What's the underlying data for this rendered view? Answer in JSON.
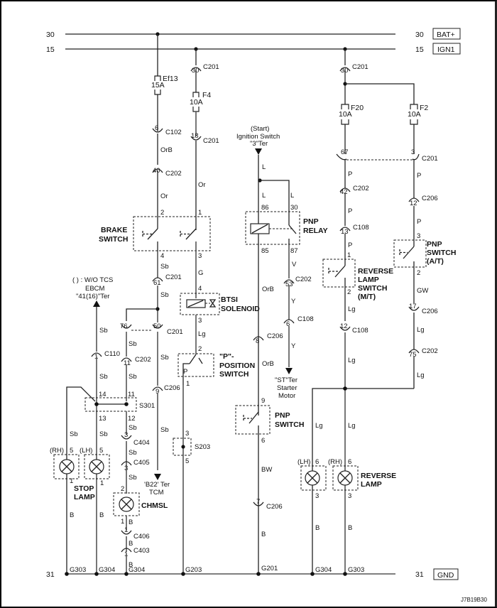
{
  "diagram": {
    "title_code": "J7B19B30",
    "rails": {
      "bat": {
        "num_left": "30",
        "num_right": "30",
        "label": "BAT+"
      },
      "ign": {
        "num_left": "15",
        "num_right": "15",
        "label": "IGN1"
      },
      "gnd": {
        "num_left": "31",
        "num_right": "31",
        "label": "GND"
      }
    },
    "fuses": {
      "ef13": {
        "name": "Ef13",
        "rating": "15A"
      },
      "f4": {
        "name": "F4",
        "rating": "10A"
      },
      "f20": {
        "name": "F20",
        "rating": "10A"
      },
      "f2": {
        "name": "F2",
        "rating": "10A"
      }
    },
    "connectors": {
      "c201_30": {
        "pin": "30",
        "name": "C201"
      },
      "c201_30b": {
        "pin": "30",
        "name": "C201"
      },
      "c102_6": {
        "pin": "6",
        "name": "C102"
      },
      "c201_18": {
        "pin": "18",
        "name": "C201"
      },
      "c202_40": {
        "pin": "40",
        "name": "C202"
      },
      "c201_61": {
        "pin": "61",
        "name": "C201"
      },
      "c201_76": {
        "pin": "76"
      },
      "c201_50": {
        "pin": "50",
        "name": "C201"
      },
      "c110_1": {
        "pin": "1",
        "name": "C110"
      },
      "c202_11": {
        "pin": "11",
        "name": "C202"
      },
      "c206_9": {
        "pin": "9",
        "name": "C206"
      },
      "c404_3": {
        "pin": "3",
        "name": "C404"
      },
      "c405_3": {
        "pin": "3",
        "name": "C405"
      },
      "c406_1": {
        "pin": "1",
        "name": "C406"
      },
      "c403_1": {
        "pin": "1",
        "name": "C403"
      },
      "c201_67": {
        "pin": "67"
      },
      "c201_3": {
        "pin": "3",
        "name": "C201"
      },
      "c202_42": {
        "pin": "42",
        "name": "C202"
      },
      "c108_13": {
        "pin": "13",
        "name": "C108"
      },
      "c206_12": {
        "pin": "12",
        "name": "C206"
      },
      "c202_53": {
        "pin": "53",
        "name": "C202"
      },
      "c108_6": {
        "pin": "6",
        "name": "C108"
      },
      "c206_8": {
        "pin": "8",
        "name": "C206"
      },
      "c108_12": {
        "pin": "12",
        "name": "C108"
      },
      "c206_17": {
        "pin": "17",
        "name": "C206"
      },
      "c202_75": {
        "pin": "75",
        "name": "C202"
      },
      "c206_7": {
        "pin": "7",
        "name": "C206"
      }
    },
    "wires": {
      "orb1": "OrB",
      "or1": "Or",
      "or2": "Or",
      "sb1": "Sb",
      "g1": "G",
      "sb2": "Sb",
      "lg1": "Lg",
      "sb_ebcm": "Sb",
      "sb3": "Sb",
      "sb4": "Sb",
      "sb5": "Sb",
      "sb6": "Sb",
      "sb7": "Sb",
      "sb8": "Sb",
      "sb9": "Sb",
      "sb10": "Sb",
      "sb11": "Sb",
      "sb12": "Sb",
      "b1": "B",
      "b2": "B",
      "b3": "B",
      "b4": "B",
      "b5": "B",
      "l1": "L",
      "l2": "L",
      "l3": "L",
      "orb2": "OrB",
      "orb3": "OrB",
      "v1": "V",
      "y1": "Y",
      "y2": "Y",
      "bw1": "BW",
      "b6": "B",
      "p1": "P",
      "p2": "P",
      "p3": "P",
      "p4": "P",
      "p5": "P",
      "lg2": "Lg",
      "lg3": "Lg",
      "lg4": "Lg",
      "lg5": "Lg",
      "gw1": "GW",
      "lg6": "Lg",
      "lg7": "Lg",
      "b7": "B",
      "b8": "B"
    },
    "components": {
      "brake_switch": {
        "line1": "BRAKE",
        "line2": "SWITCH",
        "pin2": "2",
        "pin1": "1",
        "pin4": "4",
        "pin3": "3"
      },
      "btsi": {
        "line1": "BTSI",
        "line2": "SOLENOID",
        "pin4": "4",
        "pin3": "3"
      },
      "p_switch": {
        "line1": "\"P\"-",
        "line2": "POSITION",
        "line3": "SWITCH",
        "pin2": "2",
        "pin1": "1",
        "p": "P"
      },
      "ebcm": {
        "line1": "( ) : W/O TCS",
        "line2": "EBCM",
        "line3": "\"41(16)\"Ter"
      },
      "s301": {
        "name": "S301",
        "pin14": "14",
        "pin11": "11",
        "pin13": "13",
        "pin12": "12"
      },
      "s203": {
        "name": "S203",
        "pin3": "3",
        "pin5": "5"
      },
      "stop_lamp": {
        "line1": "STOP",
        "line2": "LAMP",
        "rh": "(RH)",
        "lh": "(LH)",
        "rh_pin_top": "5",
        "lh_pin_top": "5",
        "rh_pin_bot": "1",
        "lh_pin_bot": "1"
      },
      "chmsl": {
        "name": "CHMSL",
        "pin_top": "2",
        "pin_bot": "1"
      },
      "tcm": {
        "line1": "'B22' Ter",
        "line2": "TCM"
      },
      "ign_switch": {
        "line1": "(Start)",
        "line2": "Ignition Switch",
        "line3": "\"3\"Ter"
      },
      "pnp_relay": {
        "line1": "PNP",
        "line2": "RELAY",
        "pin86": "86",
        "pin30": "30",
        "pin85": "85",
        "pin87": "87"
      },
      "starter": {
        "line1": "\"ST\"Ter",
        "line2": "Starter",
        "line3": "Motor"
      },
      "pnp_switch": {
        "line1": "PNP",
        "line2": "SWITCH",
        "pin9": "9",
        "pin6": "6"
      },
      "reverse_switch": {
        "line1": "REVERSE",
        "line2": "LAMP",
        "line3": "SWITCH",
        "line4": "(M/T)",
        "pin1": "1",
        "pin2": "2"
      },
      "pnp_switch_at": {
        "line1": "PNP",
        "line2": "SWITCH",
        "line3": "(A/T)",
        "pin3": "3",
        "pin2": "2"
      },
      "reverse_lamp": {
        "line1": "REVERSE",
        "line2": "LAMP",
        "lh": "(LH)",
        "rh": "(RH)",
        "lh_pin_top": "6",
        "rh_pin_top": "6",
        "lh_pin_bot": "3",
        "rh_pin_bot": "3"
      }
    },
    "grounds": [
      "G303",
      "G304",
      "G304",
      "G203",
      "G201",
      "G304",
      "G303"
    ]
  }
}
